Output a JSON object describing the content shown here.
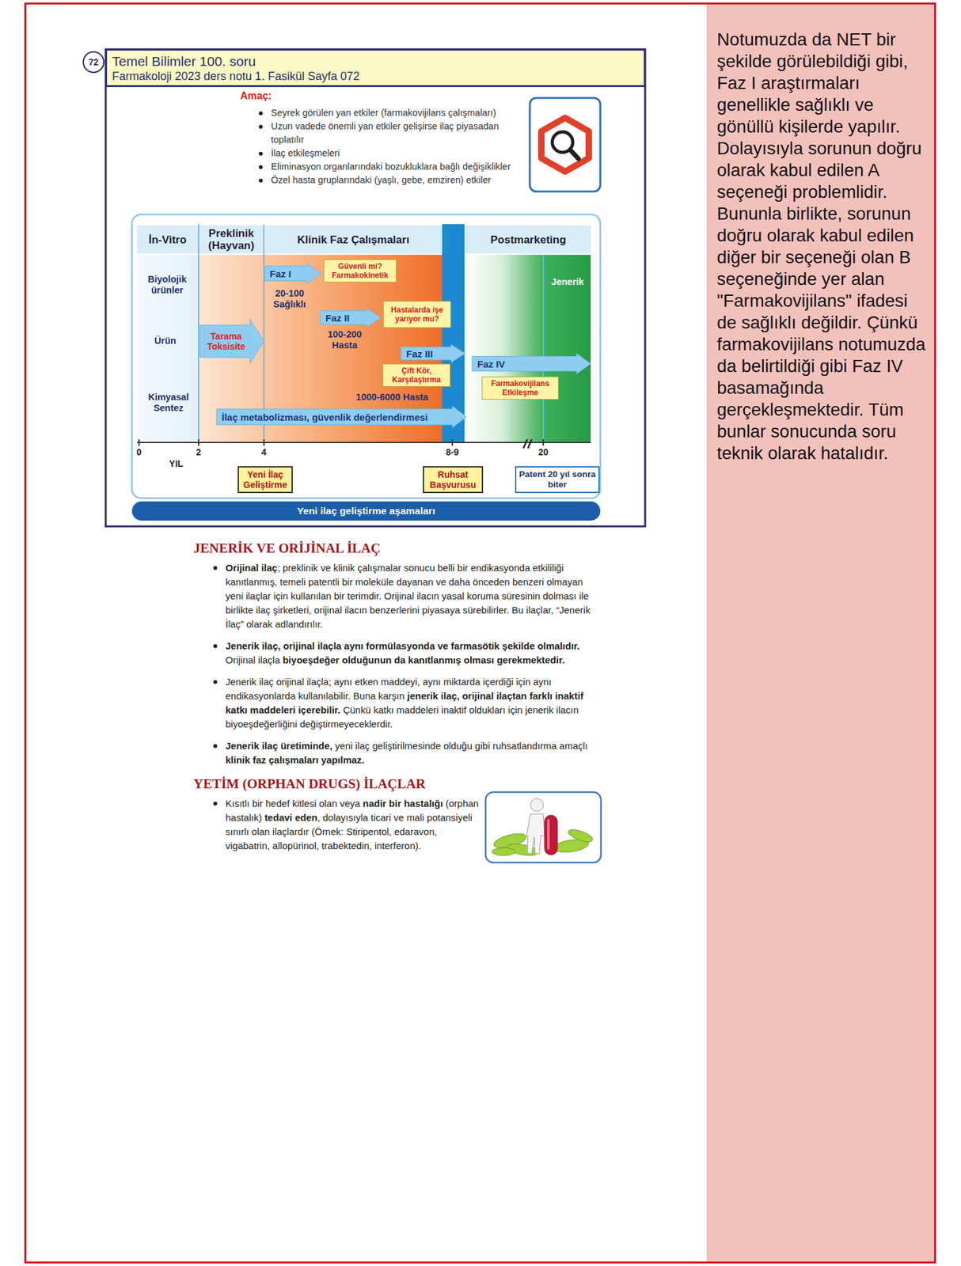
{
  "diagram": {
    "nodes": [
      {
        "text": [
          "Notumuzda da NET bir şekilde görülebildiği gibi, Faz I araştırmaları genellikle sağlıklı ve gönüllü kişilerde yapılır. Dolayısıyla sorunun doğru olarak kabul edilen A seçeneği problemlidir. Bununla birlikte, sorunun doğru olarak kabul edilen diğer bir seçeneği olan B seçeneğinde yer alan \"Farmakovijilans\" ifadesi de sağlıklı değildir. Çünkü farmakovijilans notumuzda da belirtildiği gibi Faz IV basamağında gerçekleşmektedir. Tüm bunlar sonucunda soru teknik olarak hatalıdır."
        ]
      },
      {
        "text": [
          "Temel Bilimler 100. soru",
          "Farmakoloji 2023 ders notu 1. Fasikül Sayfa 072"
        ]
      },
      {
        "text": [
          "72"
        ]
      },
      {
        "text": [
          "İn-Vitro"
        ]
      },
      {
        "text": [
          "Preklinik (Hayvan)"
        ]
      },
      {
        "text": [
          "Klinik Faz Çalışmaları"
        ]
      },
      {
        "text": [
          "Postmarketing"
        ]
      },
      {
        "text": [
          "Tarama Toksisite"
        ]
      },
      {
        "text": [
          "Faz I"
        ]
      },
      {
        "text": [
          "Güvenli mi? Farmakokinetik"
        ]
      },
      {
        "text": [
          "Faz II"
        ]
      },
      {
        "text": [
          "Hastalarda işe yarıyor mu?"
        ]
      },
      {
        "text": [
          "Faz III"
        ]
      },
      {
        "text": [
          "Çift Kör, Karşılaştırma"
        ]
      },
      {
        "text": [
          "İlaç metabolizması, güvenlik değerlendirmesi"
        ]
      },
      {
        "text": [
          "Faz IV"
        ]
      },
      {
        "text": [
          "Farmakovijilans Etkileşme"
        ]
      },
      {
        "text": [
          "Yeni İlaç Geliştirme"
        ]
      },
      {
        "text": [
          "Ruhsat Başvurusu"
        ]
      },
      {
        "text": [
          "Patent 20 yıl sonra biter"
        ]
      },
      {
        "text": [
          "Yeni ilaç geliştirme aşamaları"
        ]
      }
    ],
    "labels": [
      "Amaç:",
      "Seyrek görülen yan etkiler (farmakovijilans çalışmaları)",
      "Uzun vadede önemli yan etkiler gelişirse ilaç piyasadan toplatılır",
      "İlaç etkileşmeleri",
      "Eliminasyon organlarındaki bozukluklara bağlı değişiklikler",
      "Özel hasta gruplarındaki (yaşlı, gebe, emziren) etkiler",
      "Biyolojik ürünler",
      "Ürün",
      "Kimyasal Sentez",
      "20-100 Sağlıklı",
      "100-200 Hasta",
      "1000-6000 Hasta",
      "Jenerik",
      "0",
      "2",
      "4",
      "8-9",
      "20",
      "YIL",
      "JENERİK VE ORİJİNAL İLAÇ",
      "Orijinal ilaç",
      "; preklinik ve klinik çalışmalar sonucu belli bir endikasyonda etkililiği kanıtlanmış, temeli patentli bir moleküle dayanan ve daha önceden benzeri olmayan yeni ilaçlar için kullanılan bir terimdir. Orijinal ilacın yasal koruma süresinin dolması ile birlikte ilaç şirketleri, orijinal ilacın benzerlerini piyasaya sürebilirler. Bu ilaçlar, “Jenerik İlaç” olarak adlandırılır.",
      "Jenerik ilaç, orijinal ilaçla aynı formülasyonda ve farmasötik şekilde olmalıdır.",
      "Orijinal ilaçla",
      "biyoeşdeğer olduğunun da kanıtlanmış olması gerekmektedir.",
      "Jenerik ilaç orijinal ilaçla; aynı etken maddeyi, aynı miktarda içerdiği için aynı endikasyonlarda kullanılabilir. Buna karşın",
      "jenerik ilaç, orijinal ilaçtan farklı inaktif katkı maddeleri içerebilir.",
      "Çünkü katkı maddeleri inaktif oldukları için jenerik ilacın biyoeşdeğerliğini değiştirmeyeceklerdir.",
      "Jenerik ilaç üretiminde,",
      "yeni ilaç geliştirilmesinde olduğu gibi ruhsatlandırma amaçlı",
      "klinik faz çalışmaları yapılmaz.",
      "YETİM (ORPHAN DRUGS) İLAÇLAR",
      "Kısıtlı bir hedef kitlesi olan veya",
      "nadir bir hastalığı",
      "(orphan hastalık)",
      "tedavi eden",
      ", dolayısıyla ticari ve mali potansiyeli sınırlı olan ilaçlardır (Örnek: Stiripentol, edaravon, vigabatrin, allopürinol, trabektedin, interferon)."
    ]
  }
}
